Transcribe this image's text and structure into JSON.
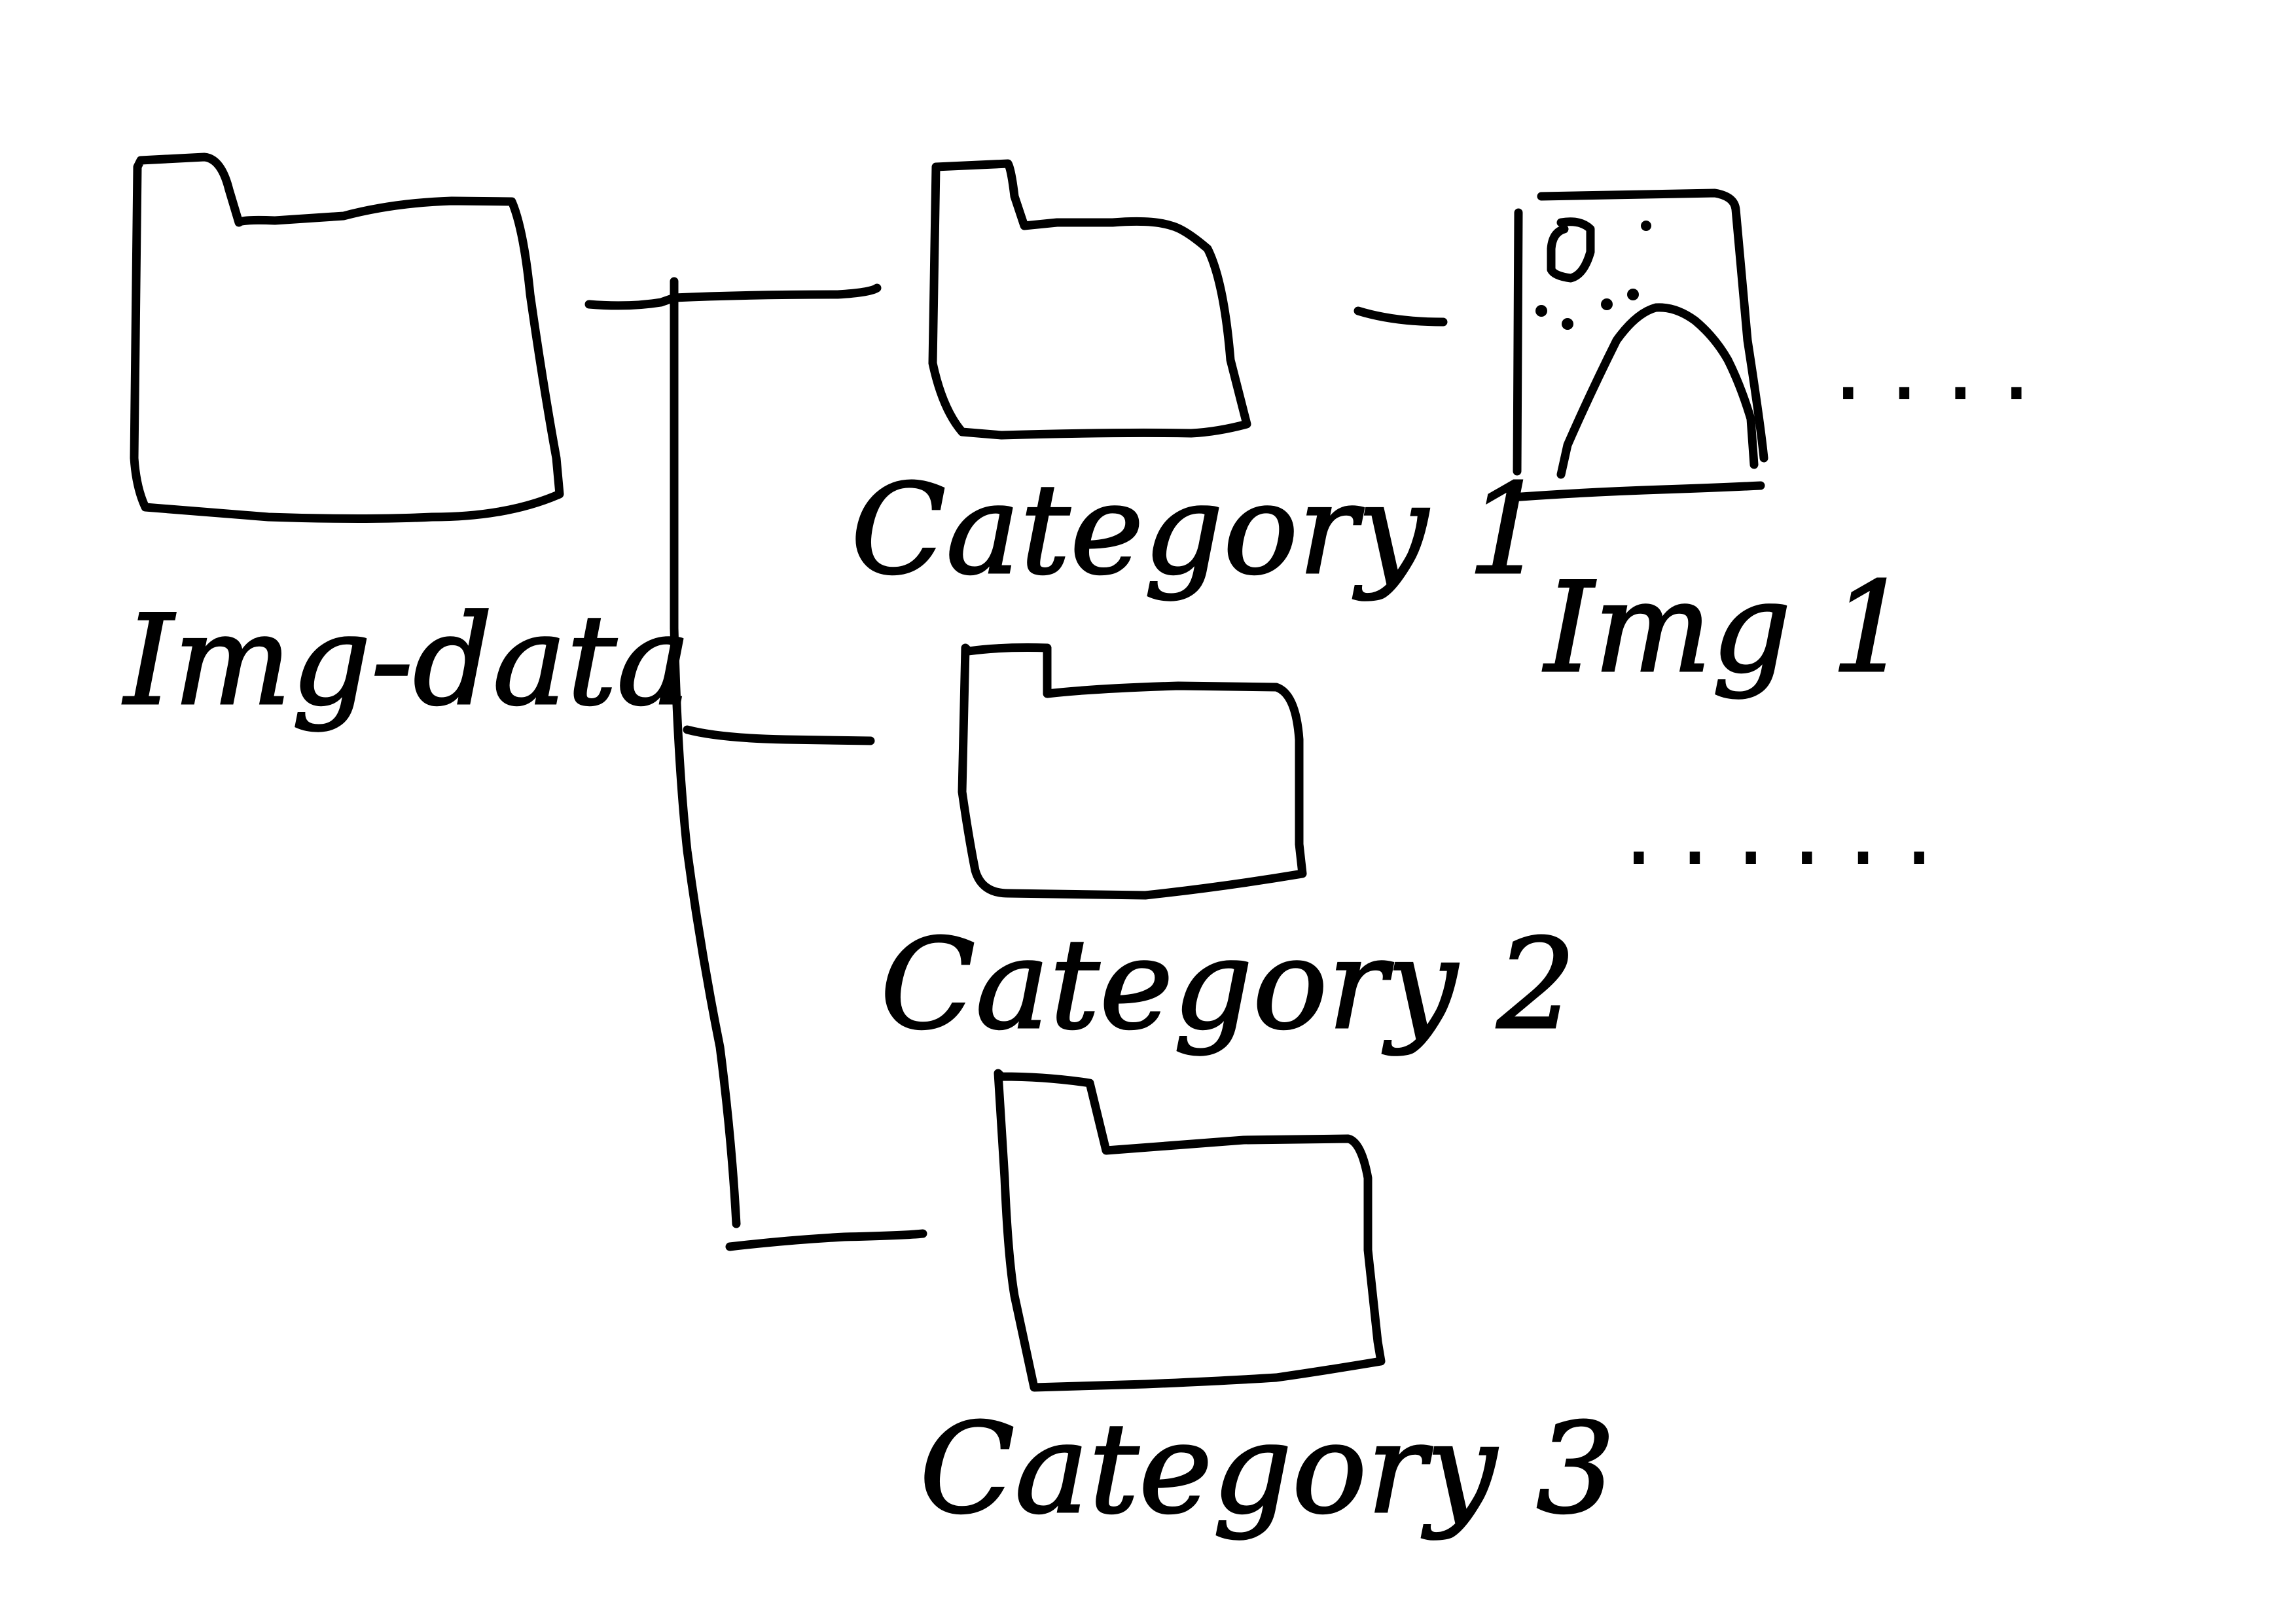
{
  "root": {
    "label": "Img-data"
  },
  "categories": [
    {
      "label": "Category 1"
    },
    {
      "label": "Category 2"
    },
    {
      "label": "Category 3"
    }
  ],
  "image": {
    "label": "Img 1",
    "icon": "image-icon"
  },
  "ellipsis": {
    "row1": "....",
    "row2": "......"
  },
  "colors": {
    "ink": "#000000",
    "paper": "#ffffff"
  }
}
